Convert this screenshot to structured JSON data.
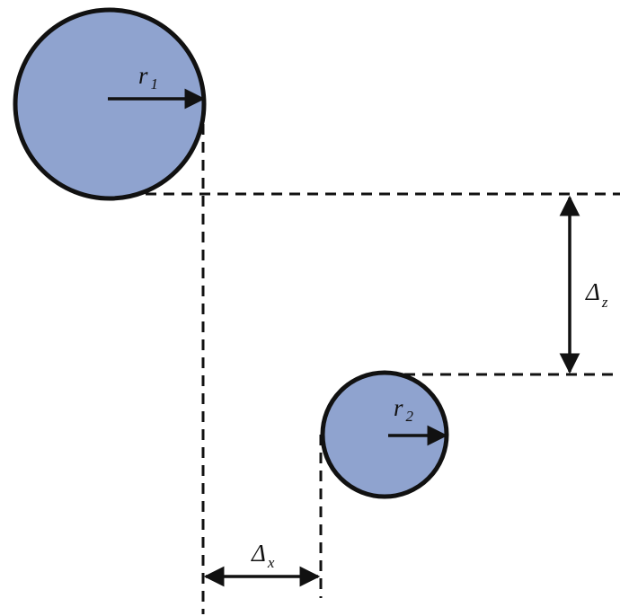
{
  "colors": {
    "circle_fill": "#8fa3cf",
    "stroke": "#111111",
    "background": "#ffffff"
  },
  "labels": {
    "r1": {
      "symbol": "r",
      "subscript": "1"
    },
    "r2": {
      "symbol": "r",
      "subscript": "2"
    },
    "delta_z": {
      "symbol": "Δ",
      "subscript": "z"
    },
    "delta_x": {
      "symbol": "Δ",
      "subscript": "x"
    }
  }
}
